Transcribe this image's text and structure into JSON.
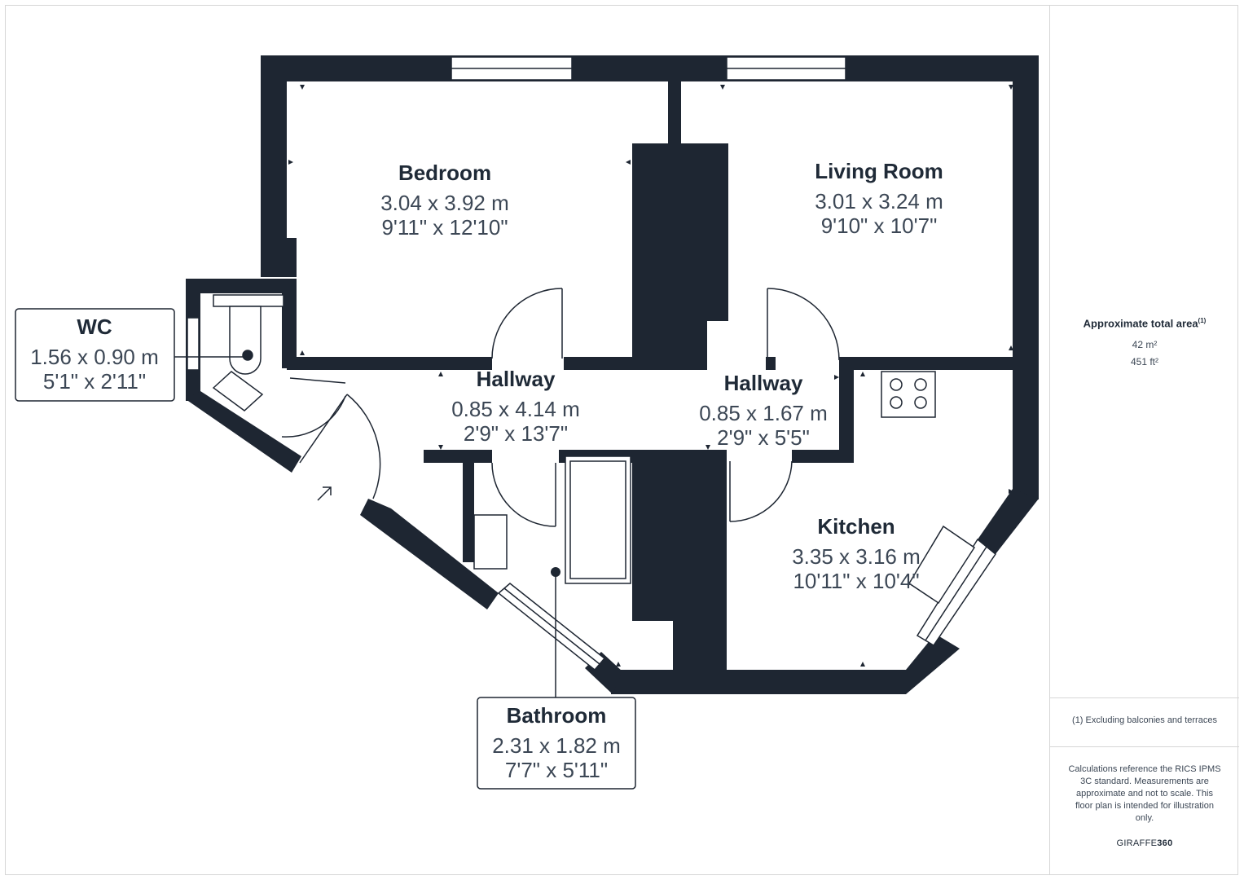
{
  "rooms": {
    "bedroom": {
      "name": "Bedroom",
      "metric": "3.04 x 3.92 m",
      "imperial": "9'11\" x 12'10\""
    },
    "living_room": {
      "name": "Living Room",
      "metric": "3.01 x 3.24 m",
      "imperial": "9'10\" x 10'7\""
    },
    "wc": {
      "name": "WC",
      "metric": "1.56 x 0.90 m",
      "imperial": "5'1\" x 2'11\""
    },
    "hallway_left": {
      "name": "Hallway",
      "metric": "0.85 x 4.14 m",
      "imperial": "2'9\" x 13'7\""
    },
    "hallway_right": {
      "name": "Hallway",
      "metric": "0.85 x 1.67 m",
      "imperial": "2'9\" x 5'5\""
    },
    "kitchen": {
      "name": "Kitchen",
      "metric": "3.35 x 3.16 m",
      "imperial": "10'11\" x 10'4\""
    },
    "bathroom": {
      "name": "Bathroom",
      "metric": "2.31 x 1.82 m",
      "imperial": "7'7\" x 5'11\""
    }
  },
  "sidebar": {
    "area_title": "Approximate total area",
    "area_note_marker": "(1)",
    "area_m2": "42 m²",
    "area_ft2": "451 ft²",
    "footnote": "(1) Excluding balconies and terraces",
    "disclaimer": "Calculations reference the RICS IPMS 3C standard. Measurements are approximate and not to scale. This floor plan is intended for illustration only.",
    "brand_prefix": "GIRAFFE",
    "brand_suffix": "360"
  },
  "colors": {
    "wall": "#1e2632",
    "text_dark": "#1f2a37",
    "text_dim": "#3c4755",
    "border": "#d6d6d6"
  }
}
